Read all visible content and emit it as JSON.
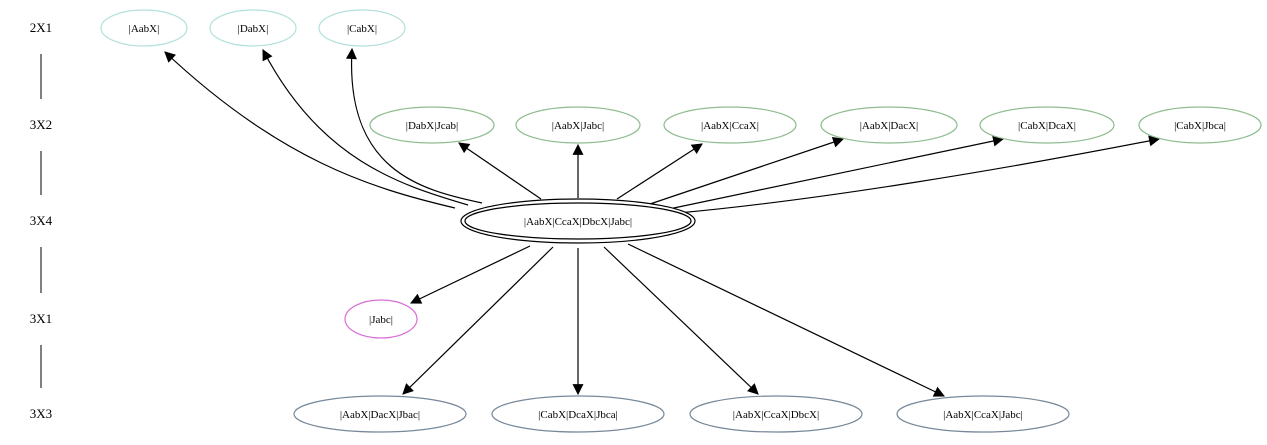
{
  "colors": {
    "background": "#ffffff",
    "edge": "#000000",
    "rank_2X1": "#b3e0dc",
    "rank_3X2": "#8fbc8f",
    "rank_3X4": "#000000",
    "rank_3X1": "#da70d6",
    "rank_3X3": "#778899"
  },
  "ranks": [
    {
      "id": "r2x1",
      "label": "2X1"
    },
    {
      "id": "r3x2",
      "label": "3X2"
    },
    {
      "id": "r3x4",
      "label": "3X4"
    },
    {
      "id": "r3x1",
      "label": "3X1"
    },
    {
      "id": "r3x3",
      "label": "3X3"
    }
  ],
  "nodes": [
    {
      "id": "n_aabx",
      "label": "|AabX|",
      "rank": "r2x1",
      "style": "single"
    },
    {
      "id": "n_dabx",
      "label": "|DabX|",
      "rank": "r2x1",
      "style": "single"
    },
    {
      "id": "n_cabx",
      "label": "|CabX|",
      "rank": "r2x1",
      "style": "single"
    },
    {
      "id": "n_dabx_jcab",
      "label": "|DabX|Jcab|",
      "rank": "r3x2",
      "style": "single"
    },
    {
      "id": "n_aabx_jabc",
      "label": "|AabX|Jabc|",
      "rank": "r3x2",
      "style": "single"
    },
    {
      "id": "n_aabx_ccax",
      "label": "|AabX|CcaX|",
      "rank": "r3x2",
      "style": "single"
    },
    {
      "id": "n_aabx_dacx",
      "label": "|AabX|DacX|",
      "rank": "r3x2",
      "style": "single"
    },
    {
      "id": "n_cabx_dcax",
      "label": "|CabX|DcaX|",
      "rank": "r3x2",
      "style": "single"
    },
    {
      "id": "n_cabx_jbca",
      "label": "|CabX|Jbca|",
      "rank": "r3x2",
      "style": "single"
    },
    {
      "id": "n_center",
      "label": "|AabX|CcaX|DbcX|Jabc|",
      "rank": "r3x4",
      "style": "double"
    },
    {
      "id": "n_jabc",
      "label": "|Jabc|",
      "rank": "r3x1",
      "style": "single"
    },
    {
      "id": "n_aabx_dacx_jbac",
      "label": "|AabX|DacX|Jbac|",
      "rank": "r3x3",
      "style": "single"
    },
    {
      "id": "n_cabx_dcax_jbca",
      "label": "|CabX|DcaX|Jbca|",
      "rank": "r3x3",
      "style": "single"
    },
    {
      "id": "n_aabx_ccax_dbcx",
      "label": "|AabX|CcaX|DbcX|",
      "rank": "r3x3",
      "style": "single"
    },
    {
      "id": "n_aabx_ccax_jabc",
      "label": "|AabX|CcaX|Jabc|",
      "rank": "r3x3",
      "style": "single"
    }
  ],
  "edges": [
    {
      "from": "n_center",
      "to": "n_aabx"
    },
    {
      "from": "n_center",
      "to": "n_dabx"
    },
    {
      "from": "n_center",
      "to": "n_cabx"
    },
    {
      "from": "n_center",
      "to": "n_dabx_jcab"
    },
    {
      "from": "n_center",
      "to": "n_aabx_jabc"
    },
    {
      "from": "n_center",
      "to": "n_aabx_ccax"
    },
    {
      "from": "n_center",
      "to": "n_aabx_dacx"
    },
    {
      "from": "n_center",
      "to": "n_cabx_dcax"
    },
    {
      "from": "n_center",
      "to": "n_cabx_jbca"
    },
    {
      "from": "n_center",
      "to": "n_jabc"
    },
    {
      "from": "n_center",
      "to": "n_aabx_dacx_jbac"
    },
    {
      "from": "n_center",
      "to": "n_cabx_dcax_jbca"
    },
    {
      "from": "n_center",
      "to": "n_aabx_ccax_dbcx"
    },
    {
      "from": "n_center",
      "to": "n_aabx_ccax_jabc"
    }
  ]
}
